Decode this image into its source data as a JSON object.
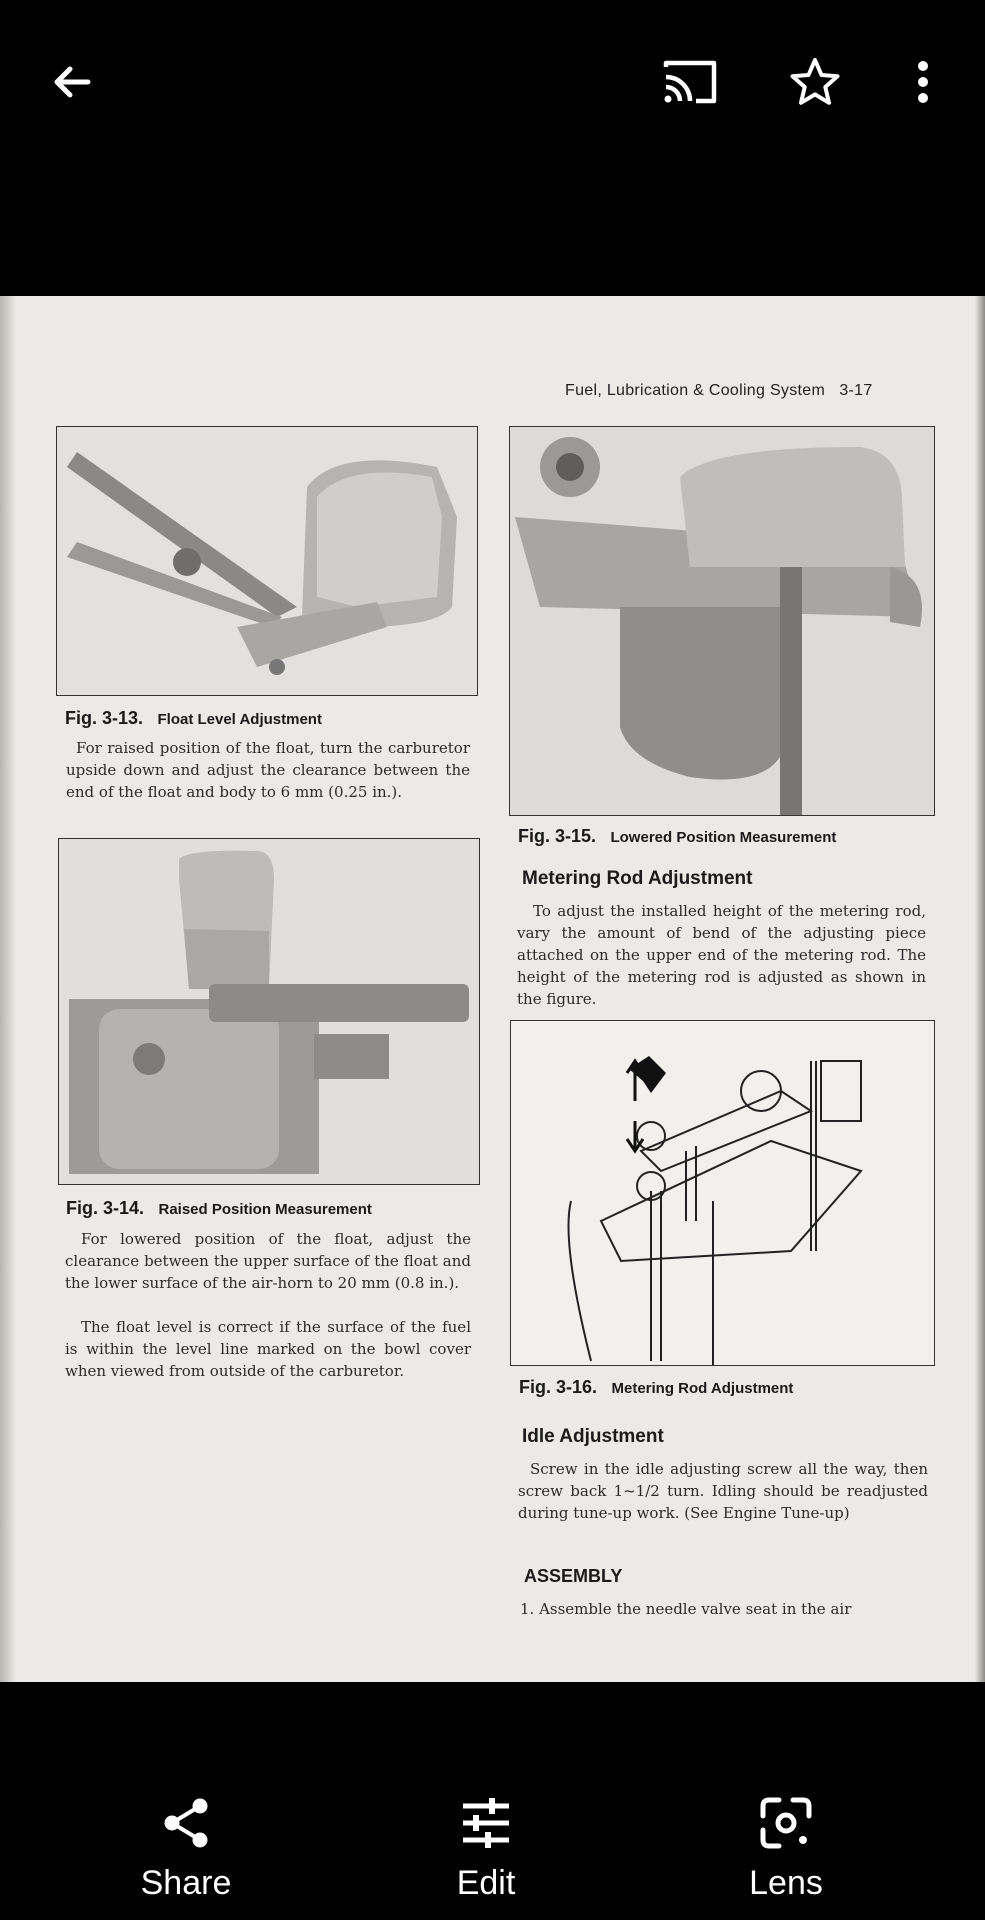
{
  "toolbar": {
    "back_icon": "arrow-left-icon",
    "cast_icon": "cast-icon",
    "favorite_icon": "star-outline-icon",
    "more_icon": "more-vert-icon"
  },
  "page": {
    "header": "Fuel, Lubrication & Cooling System   3-17",
    "fig13": {
      "number": "Fig. 3-13.",
      "title": "Float Level Adjustment",
      "text": "For raised position of the float, turn the carburetor upside down and adjust the clearance between the end of the float and body to 6 mm (0.25 in.)."
    },
    "fig14": {
      "number": "Fig. 3-14.",
      "title": "Raised Position Measurement",
      "text1": "For lowered position of the float, adjust the clearance between the upper surface of the float and the lower surface of the air-horn to 20 mm (0.8 in.).",
      "text2": "The float level is correct if the surface of the fuel is within the level line marked on the bowl cover when viewed from outside of the carburetor."
    },
    "fig15": {
      "number": "Fig. 3-15.",
      "title": "Lowered Position Measurement"
    },
    "metering": {
      "heading": "Metering Rod Adjustment",
      "text": "To adjust the installed height of the metering rod, vary the amount of bend of the adjusting piece attached on the upper end of the metering rod. The height of the metering rod is adjusted as shown in the figure."
    },
    "fig16": {
      "number": "Fig. 3-16.",
      "title": "Metering Rod Adjustment"
    },
    "idle": {
      "heading": "Idle Adjustment",
      "text": "Screw in the idle adjusting screw all the way, then screw back 1~1/2 turn. Idling should be readjusted during tune-up work. (See Engine Tune-up)"
    },
    "assembly": {
      "heading": "ASSEMBLY",
      "text": "1. Assemble the needle valve seat in the air"
    }
  },
  "bottom_actions": [
    {
      "label": "Share",
      "icon": "share-icon"
    },
    {
      "label": "Edit",
      "icon": "tune-sliders-icon"
    },
    {
      "label": "Lens",
      "icon": "lens-camera-icon"
    }
  ]
}
